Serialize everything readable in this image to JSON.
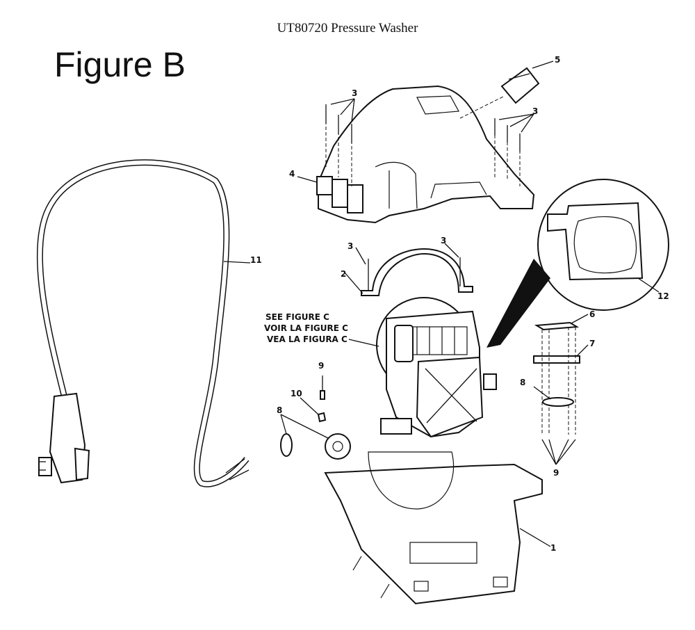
{
  "document": {
    "title": "UT80720 Pressure Washer",
    "figure": "Figure B"
  },
  "labels": {
    "p1": "1",
    "p2": "2",
    "p3a": "3",
    "p3b": "3",
    "p3c": "3",
    "p3d": "3",
    "p4": "4",
    "p5": "5",
    "p6": "6",
    "p7": "7",
    "p8a": "8",
    "p8b": "8",
    "p9a": "9",
    "p9b": "9",
    "p10": "10",
    "p11": "11",
    "p12": "12"
  },
  "see_figure": [
    "SEE FIGURE C",
    "VOIR LA FIGURE C",
    "VEA LA FIGURA C"
  ]
}
